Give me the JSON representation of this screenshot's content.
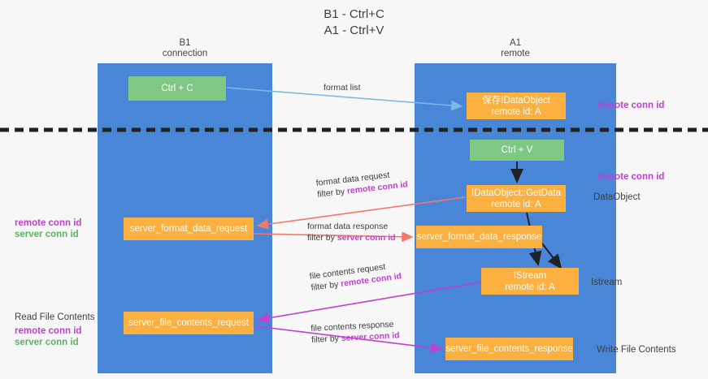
{
  "title": {
    "line1": "B1 - Ctrl+C",
    "line2": "A1 - Ctrl+V"
  },
  "lanes": [
    {
      "name": "B1",
      "sub": "connection"
    },
    {
      "name": "A1",
      "sub": "remote"
    }
  ],
  "boxes": {
    "ctrl_c": {
      "label": "Ctrl + C"
    },
    "dataobject_store": {
      "line1": "保存IDataObject",
      "line2": "remote id: A"
    },
    "ctrl_v": {
      "label": "Ctrl + V"
    },
    "getdata": {
      "line1": "IDataObject::GetData",
      "line2": "remote id: A"
    },
    "server_format_data_request": {
      "label": "server_format_data_request"
    },
    "server_format_data_response": {
      "label": "server_format_data_response"
    },
    "istream": {
      "line1": "IStream",
      "line2": "remote id: A"
    },
    "server_file_contents_request": {
      "label": "server_file_contents_request"
    },
    "server_file_contents_response": {
      "label": "server_file_contents_response"
    }
  },
  "arrow_labels": {
    "format_list": "format list",
    "format_data_request": {
      "top": "format data request",
      "bottom_plain": "filter by ",
      "bottom_accent": "remote conn id"
    },
    "format_data_response": {
      "top": "format data response",
      "bottom_plain": "filter by ",
      "bottom_accent": "server conn id"
    },
    "file_contents_request": {
      "top": "file contents request",
      "bottom_plain": "filter by ",
      "bottom_accent": "remote conn id"
    },
    "file_contents_response": {
      "top": "file contents response",
      "bottom_plain": "filter by ",
      "bottom_accent": "server conn id"
    }
  },
  "side_labels": {
    "remote_conn_id_top": "remote conn id",
    "remote_conn_id_mid": "remote conn id",
    "dataobject": "DataObject",
    "istream": "Istream",
    "write_file_contents": "Write File Contents",
    "read_file_contents": "Read File Contents",
    "left_remote_conn_id_1": "remote conn id",
    "left_server_conn_id_1": "server conn id",
    "left_remote_conn_id_2": "remote conn id",
    "left_server_conn_id_2": "server conn id"
  },
  "colors": {
    "lane": "#4a86d8",
    "green_box": "#7ec884",
    "orange_box": "#fbb040",
    "magenta": "#c23fd1",
    "green_text": "#57b45f",
    "blue_arrow": "#7eb6e8",
    "red_arrow": "#f4776a",
    "dark_arrow": "#202124",
    "background": "#f7f7f7"
  }
}
